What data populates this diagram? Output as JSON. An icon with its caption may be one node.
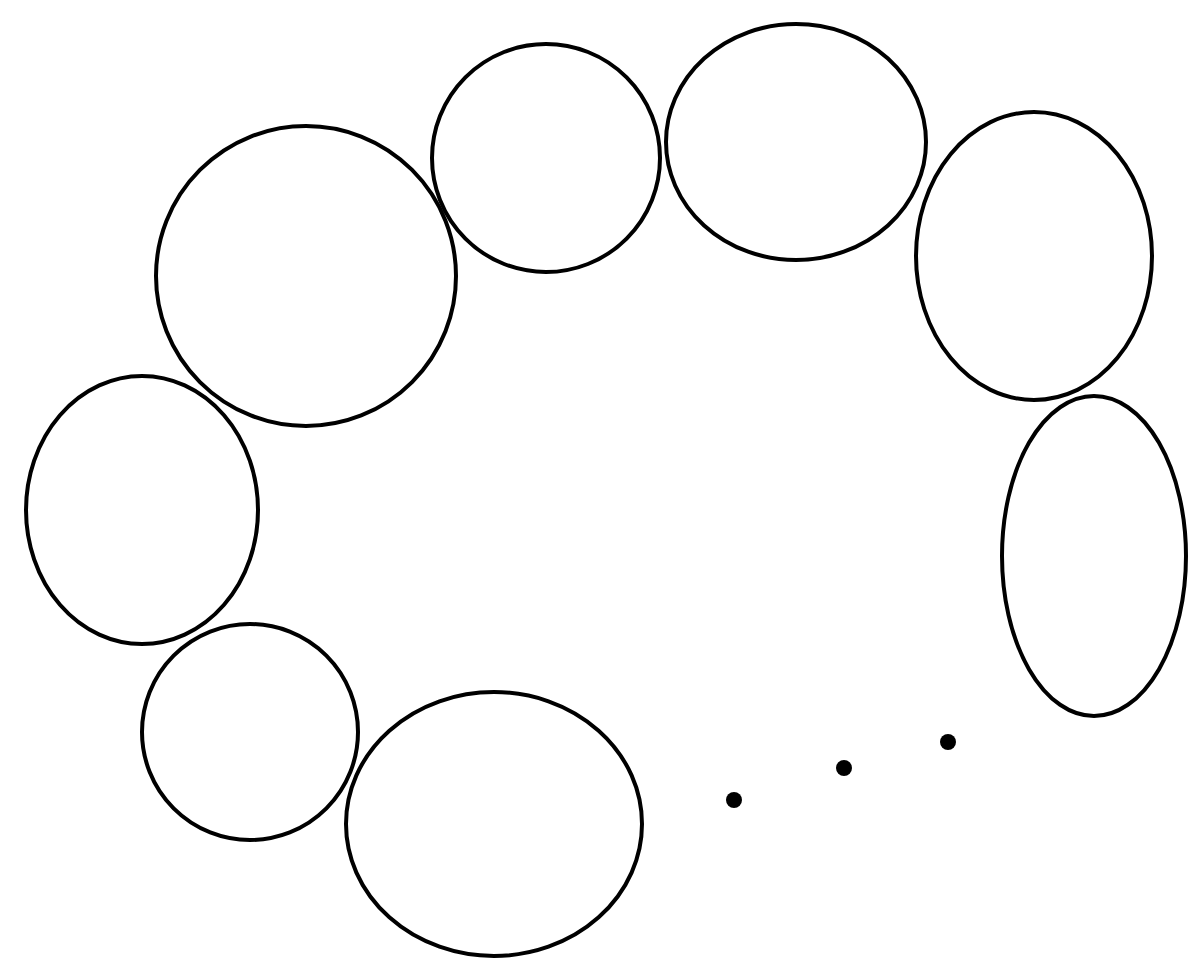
{
  "diagram": {
    "nodes": [
      {
        "text": [],
        "shape": "ellipse"
      },
      {
        "text": [],
        "shape": "circle"
      },
      {
        "text": [],
        "shape": "circle"
      },
      {
        "text": [],
        "shape": "ellipse"
      },
      {
        "text": [],
        "shape": "circle"
      },
      {
        "text": [],
        "shape": "ellipse"
      },
      {
        "text": [],
        "shape": "ellipse"
      },
      {
        "text": [],
        "shape": "ellipse"
      }
    ]
  }
}
